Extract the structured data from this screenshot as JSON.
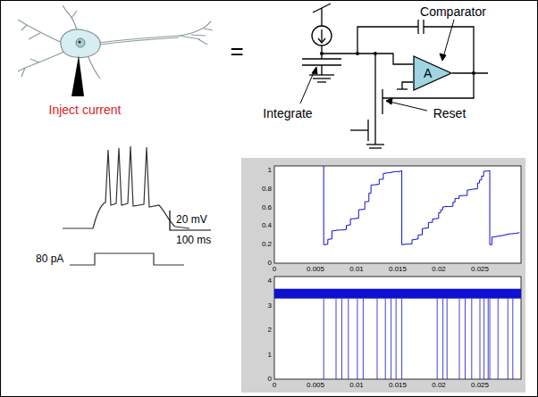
{
  "diagram": {
    "nodes": [
      {
        "text": [
          "A"
        ]
      }
    ],
    "labels": [
      "Comparator",
      "Integrate",
      "Reset",
      "=",
      "Inject current",
      "20 mV",
      "100 ms",
      "80 pA",
      "0",
      "0.2",
      "0.4",
      "0.6",
      "0.8",
      "1",
      "0",
      "0.005",
      "0.01",
      "0.015",
      "0.02",
      "0.025",
      "0",
      "1",
      "2",
      "3",
      "4",
      "0",
      "0.005",
      "0.01",
      "0.015",
      "0.02",
      "0.025"
    ]
  }
}
